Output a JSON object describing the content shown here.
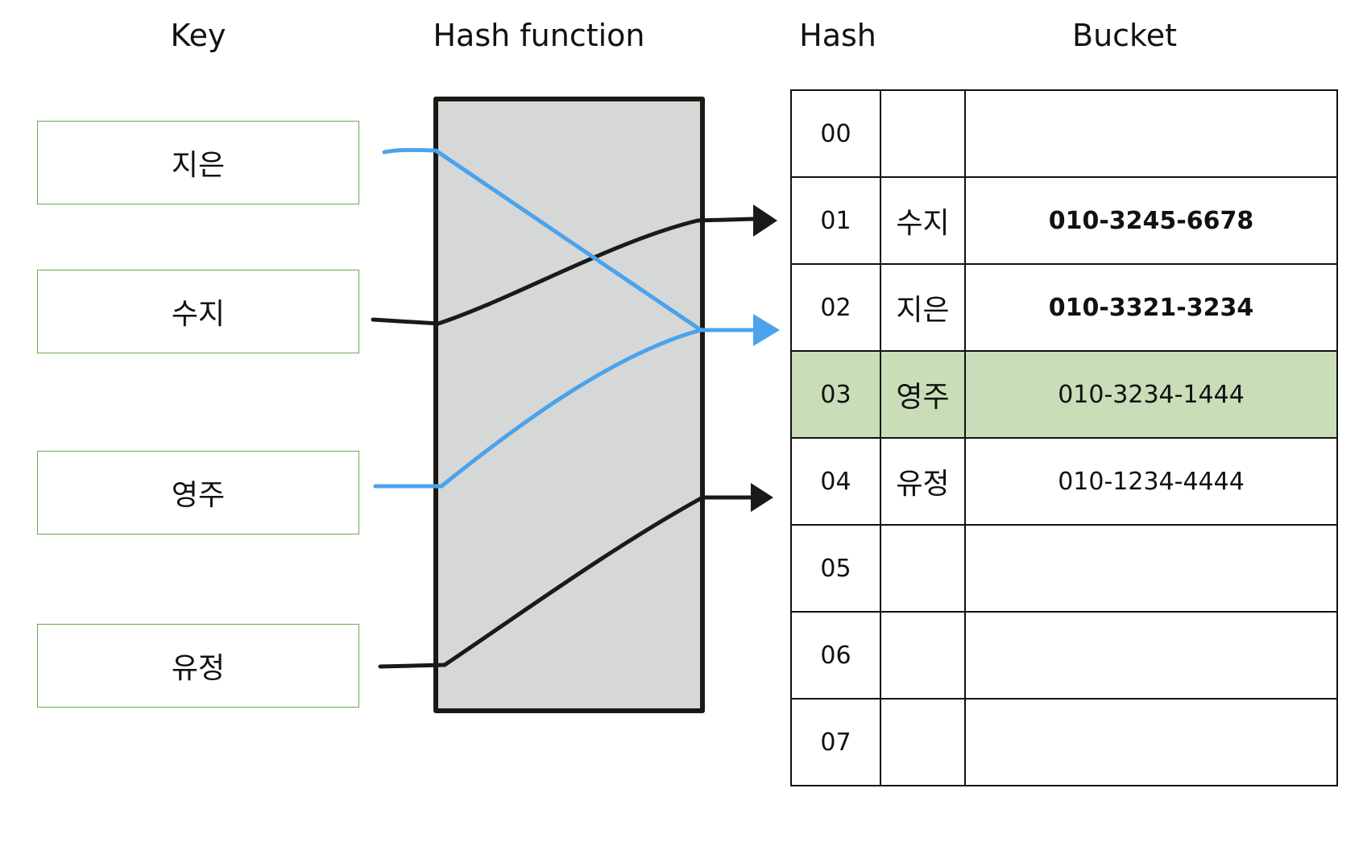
{
  "headers": {
    "key": "Key",
    "hash_function": "Hash function",
    "hash": "Hash",
    "bucket": "Bucket"
  },
  "keys": [
    "지은",
    "수지",
    "영주",
    "유정"
  ],
  "table": {
    "rows": [
      {
        "hash": "00",
        "name": "",
        "phone": "",
        "bold": false,
        "highlight": false
      },
      {
        "hash": "01",
        "name": "수지",
        "phone": "010-3245-6678",
        "bold": true,
        "highlight": false
      },
      {
        "hash": "02",
        "name": "지은",
        "phone": "010-3321-3234",
        "bold": true,
        "highlight": false
      },
      {
        "hash": "03",
        "name": "영주",
        "phone": "010-3234-1444",
        "bold": false,
        "highlight": true
      },
      {
        "hash": "04",
        "name": "유정",
        "phone": "010-1234-4444",
        "bold": false,
        "highlight": false
      },
      {
        "hash": "05",
        "name": "",
        "phone": "",
        "bold": false,
        "highlight": false
      },
      {
        "hash": "06",
        "name": "",
        "phone": "",
        "bold": false,
        "highlight": false
      },
      {
        "hash": "07",
        "name": "",
        "phone": "",
        "bold": false,
        "highlight": false
      }
    ]
  },
  "mappings": [
    {
      "from": "지은",
      "to": "02",
      "color": "#4aa3ec"
    },
    {
      "from": "수지",
      "to": "01",
      "color": "#1a1a1a"
    },
    {
      "from": "영주",
      "to": "02",
      "color": "#4aa3ec"
    },
    {
      "from": "유정",
      "to": "04",
      "color": "#1a1a1a"
    }
  ],
  "colors": {
    "box_fill": "#d6d7d7",
    "box_stroke": "#1c1814",
    "key_border": "#6aa84f",
    "highlight_row": "#c9ddb8"
  }
}
